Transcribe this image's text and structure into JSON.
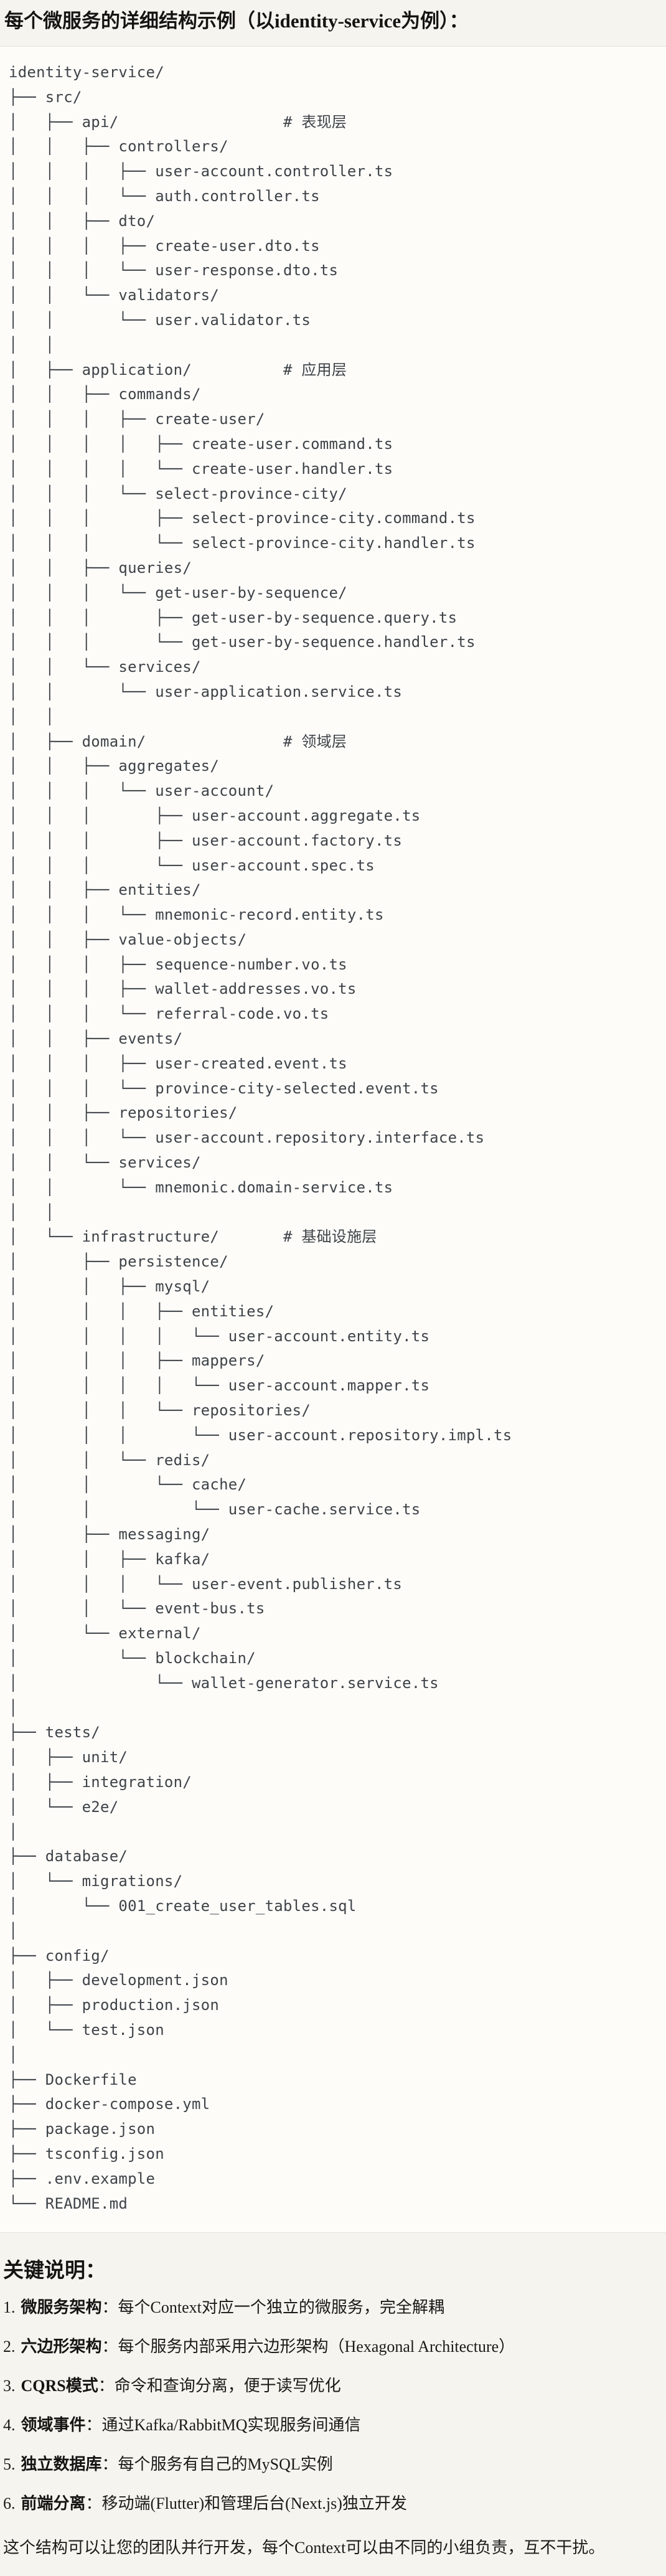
{
  "title": "每个微服务的详细结构示例（以identity-service为例）：",
  "code_block": {
    "lines": [
      "identity-service/",
      "├── src/",
      "│   ├── api/                  # 表现层",
      "│   │   ├── controllers/",
      "│   │   │   ├── user-account.controller.ts",
      "│   │   │   └── auth.controller.ts",
      "│   │   ├── dto/",
      "│   │   │   ├── create-user.dto.ts",
      "│   │   │   └── user-response.dto.ts",
      "│   │   └── validators/",
      "│   │       └── user.validator.ts",
      "│   │",
      "│   ├── application/          # 应用层",
      "│   │   ├── commands/",
      "│   │   │   ├── create-user/",
      "│   │   │   │   ├── create-user.command.ts",
      "│   │   │   │   └── create-user.handler.ts",
      "│   │   │   └── select-province-city/",
      "│   │   │       ├── select-province-city.command.ts",
      "│   │   │       └── select-province-city.handler.ts",
      "│   │   ├── queries/",
      "│   │   │   └── get-user-by-sequence/",
      "│   │   │       ├── get-user-by-sequence.query.ts",
      "│   │   │       └── get-user-by-sequence.handler.ts",
      "│   │   └── services/",
      "│   │       └── user-application.service.ts",
      "│   │",
      "│   ├── domain/               # 领域层",
      "│   │   ├── aggregates/",
      "│   │   │   └── user-account/",
      "│   │   │       ├── user-account.aggregate.ts",
      "│   │   │       ├── user-account.factory.ts",
      "│   │   │       └── user-account.spec.ts",
      "│   │   ├── entities/",
      "│   │   │   └── mnemonic-record.entity.ts",
      "│   │   ├── value-objects/",
      "│   │   │   ├── sequence-number.vo.ts",
      "│   │   │   ├── wallet-addresses.vo.ts",
      "│   │   │   └── referral-code.vo.ts",
      "│   │   ├── events/",
      "│   │   │   ├── user-created.event.ts",
      "│   │   │   └── province-city-selected.event.ts",
      "│   │   ├── repositories/",
      "│   │   │   └── user-account.repository.interface.ts",
      "│   │   └── services/",
      "│   │       └── mnemonic.domain-service.ts",
      "│   │",
      "│   └── infrastructure/       # 基础设施层",
      "│       ├── persistence/",
      "│       │   ├── mysql/",
      "│       │   │   ├── entities/",
      "│       │   │   │   └── user-account.entity.ts",
      "│       │   │   ├── mappers/",
      "│       │   │   │   └── user-account.mapper.ts",
      "│       │   │   └── repositories/",
      "│       │   │       └── user-account.repository.impl.ts",
      "│       │   └── redis/",
      "│       │       └── cache/",
      "│       │           └── user-cache.service.ts",
      "│       ├── messaging/",
      "│       │   ├── kafka/",
      "│       │   │   └── user-event.publisher.ts",
      "│       │   └── event-bus.ts",
      "│       └── external/",
      "│           └── blockchain/",
      "│               └── wallet-generator.service.ts",
      "│",
      "├── tests/",
      "│   ├── unit/",
      "│   ├── integration/",
      "│   └── e2e/",
      "│",
      "├── database/",
      "│   └── migrations/",
      "│       └── 001_create_user_tables.sql",
      "│",
      "├── config/",
      "│   ├── development.json",
      "│   ├── production.json",
      "│   └── test.json",
      "│",
      "├── Dockerfile",
      "├── docker-compose.yml",
      "├── package.json",
      "├── tsconfig.json",
      "├── .env.example",
      "└── README.md"
    ]
  },
  "notes": {
    "heading": "关键说明：",
    "items": [
      {
        "num": "1.",
        "label": "微服务架构",
        "sep": "：",
        "text": "每个Context对应一个独立的微服务，完全解耦"
      },
      {
        "num": "2.",
        "label": "六边形架构",
        "sep": "：",
        "text": "每个服务内部采用六边形架构（Hexagonal Architecture）"
      },
      {
        "num": "3.",
        "label": "CQRS模式",
        "sep": "：",
        "text": "命令和查询分离，便于读写优化"
      },
      {
        "num": "4.",
        "label": "领域事件",
        "sep": "：",
        "text": "通过Kafka/RabbitMQ实现服务间通信"
      },
      {
        "num": "5.",
        "label": "独立数据库",
        "sep": "：",
        "text": "每个服务有自己的MySQL实例"
      },
      {
        "num": "6.",
        "label": "前端分离",
        "sep": "：",
        "text": "移动端(Flutter)和管理后台(Next.js)独立开发"
      }
    ]
  },
  "closing": "这个结构可以让您的团队并行开发，每个Context可以由不同的小组负责，互不干扰。",
  "colors": {
    "page_bg": "#f6f4ef",
    "code_bg": "#fdfcf9",
    "divider": "#e5e3dc",
    "tree_text": "#3e4348",
    "body_text": "#1b1a18"
  }
}
